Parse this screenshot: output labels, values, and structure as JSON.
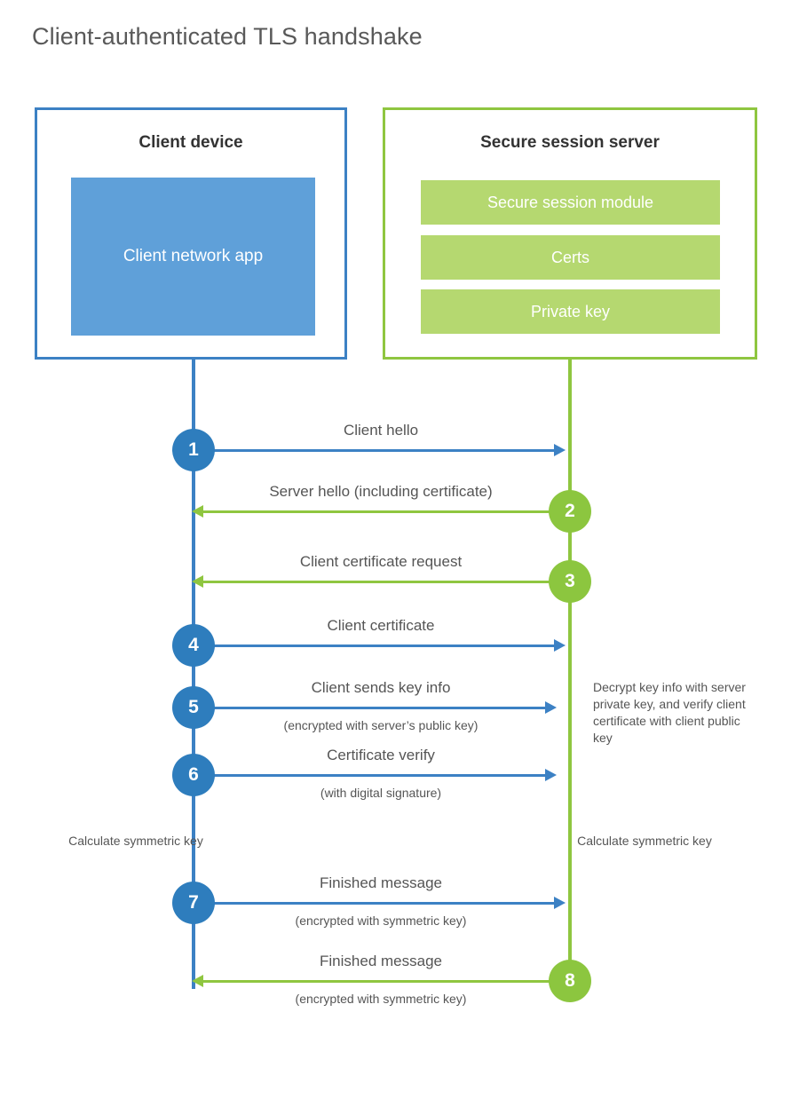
{
  "title": "Client-authenticated TLS handshake",
  "colors": {
    "client_border": "#3c81c4",
    "client_fill": "#5fa0d9",
    "client_badge": "#2e7dbd",
    "server_border": "#8fc640",
    "server_fill": "#b5d870",
    "server_badge": "#8cc63f",
    "title_text": "#595959",
    "body_text": "#555555",
    "background": "#ffffff"
  },
  "participants": {
    "client": {
      "title": "Client device",
      "block_label": "Client network app"
    },
    "server": {
      "title": "Secure session server",
      "modules": [
        "Secure session module",
        "Certs",
        "Private key"
      ]
    }
  },
  "messages": [
    {
      "step": "1",
      "label": "Client hello",
      "sub": "",
      "direction": "client-to-server",
      "color": "blue"
    },
    {
      "step": "2",
      "label": "Server hello (including certificate)",
      "sub": "",
      "direction": "server-to-client",
      "color": "green"
    },
    {
      "step": "3",
      "label": "Client certificate request",
      "sub": "",
      "direction": "server-to-client",
      "color": "green"
    },
    {
      "step": "4",
      "label": "Client certificate",
      "sub": "",
      "direction": "client-to-server",
      "color": "blue"
    },
    {
      "step": "5",
      "label": "Client sends key info",
      "sub": "(encrypted with server’s public key)",
      "direction": "client-to-server",
      "color": "blue"
    },
    {
      "step": "6",
      "label": "Certificate verify",
      "sub": "(with digital signature)",
      "direction": "client-to-server",
      "color": "blue"
    },
    {
      "step": "7",
      "label": "Finished message",
      "sub": "(encrypted with symmetric key)",
      "direction": "client-to-server",
      "color": "blue"
    },
    {
      "step": "8",
      "label": "Finished message",
      "sub": "(encrypted with symmetric key)",
      "direction": "server-to-client",
      "color": "green"
    }
  ],
  "notes": {
    "server_decrypt": "Decrypt key info with server private key, and verify client certificate with client public key",
    "client_calculate": "Calculate symmetric key",
    "server_calculate": "Calculate symmetric key"
  }
}
